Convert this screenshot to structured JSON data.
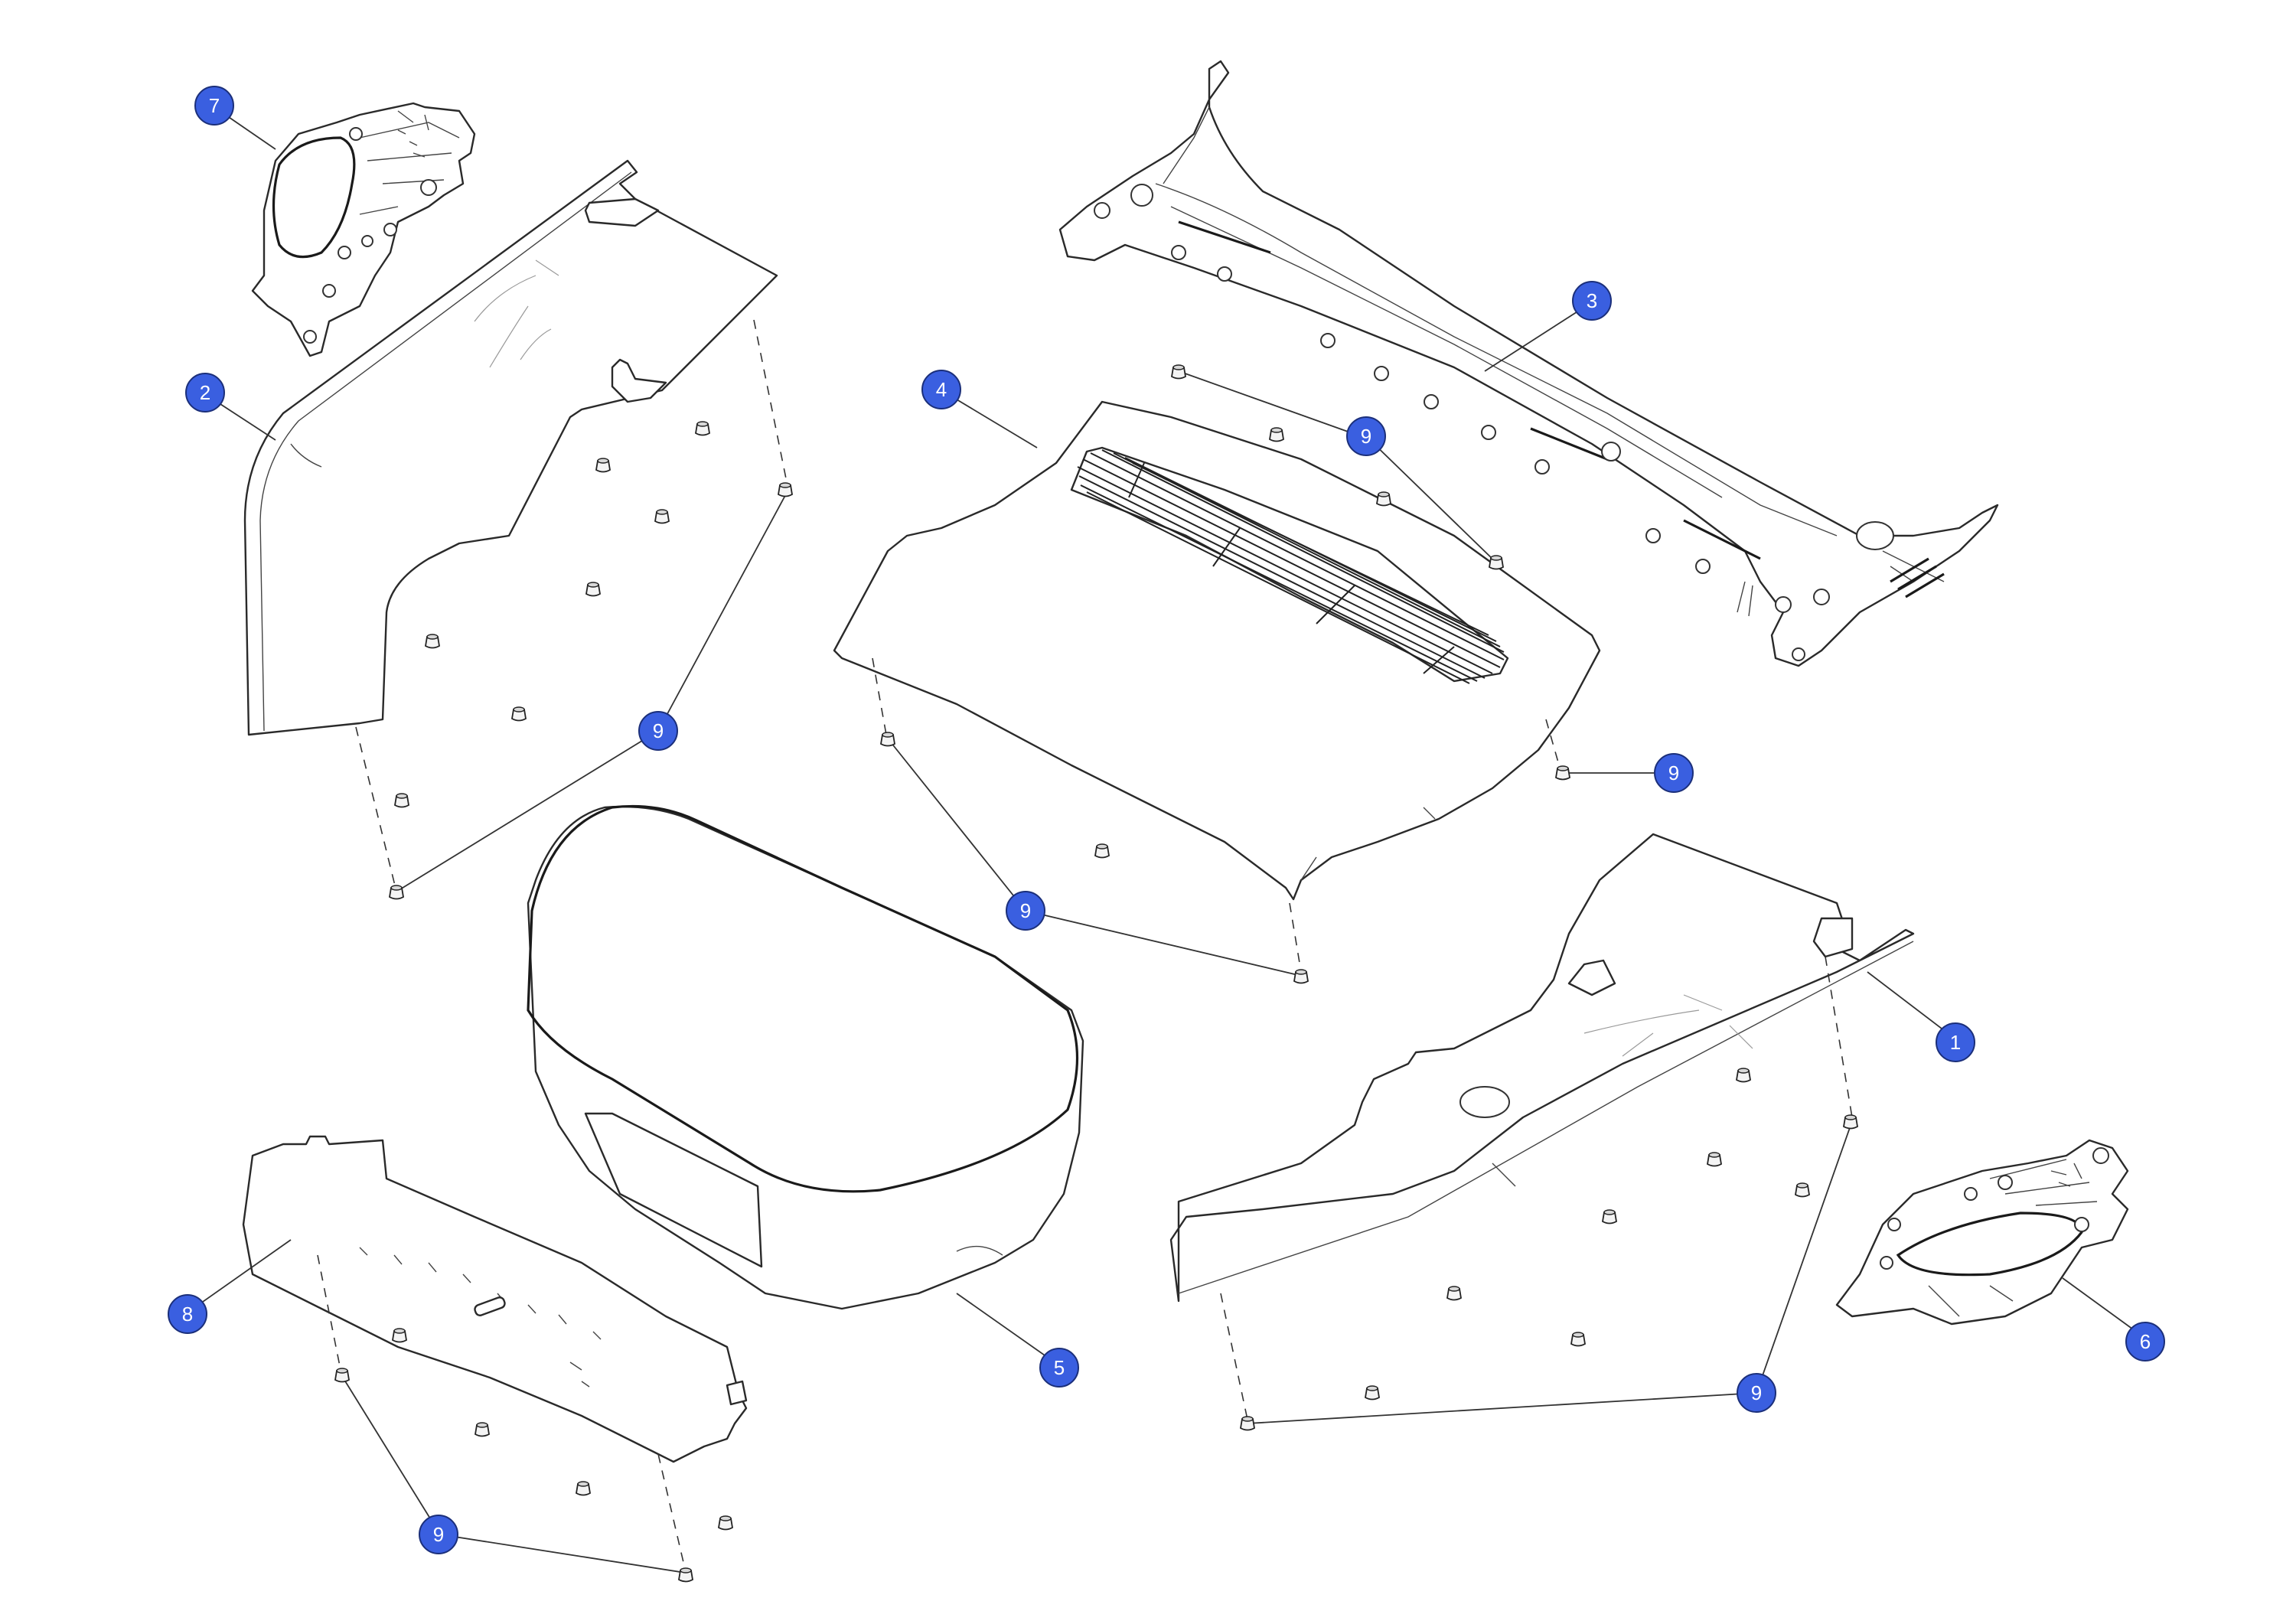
{
  "diagram": {
    "colors": {
      "callout_fill": "#3a5fe0",
      "callout_stroke": "#1b2f7a",
      "line": "#2a2a2a"
    },
    "callouts": [
      {
        "id": "c7",
        "label": "7"
      },
      {
        "id": "c2",
        "label": "2"
      },
      {
        "id": "c3",
        "label": "3"
      },
      {
        "id": "c4",
        "label": "4"
      },
      {
        "id": "c9a",
        "label": "9"
      },
      {
        "id": "c9b",
        "label": "9"
      },
      {
        "id": "c9c",
        "label": "9"
      },
      {
        "id": "c9d",
        "label": "9"
      },
      {
        "id": "c1",
        "label": "1"
      },
      {
        "id": "c6",
        "label": "6"
      },
      {
        "id": "c8",
        "label": "8"
      },
      {
        "id": "c5",
        "label": "5"
      },
      {
        "id": "c9e",
        "label": "9"
      },
      {
        "id": "c9f",
        "label": "9"
      }
    ]
  }
}
